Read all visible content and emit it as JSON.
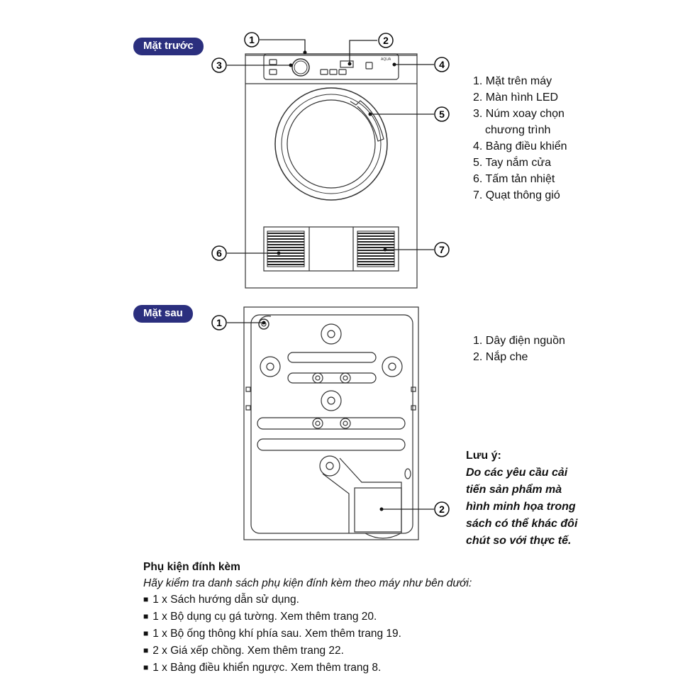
{
  "front": {
    "badge": "Mặt trước",
    "brand": "AQUA",
    "legend": [
      "1. Mặt trên máy",
      "2. Màn hình LED",
      "3. Núm xoay chọn",
      "chương trình",
      "4. Bảng điều khiển",
      "5. Tay nắm cửa",
      "6. Tấm tản nhiệt",
      "7. Quạt thông gió"
    ],
    "callouts": [
      "1",
      "2",
      "3",
      "4",
      "5",
      "6",
      "7"
    ]
  },
  "back": {
    "badge": "Mặt sau",
    "legend": [
      "1. Dây điện nguồn",
      "2. Nắp che"
    ],
    "callouts": [
      "1",
      "2"
    ]
  },
  "note": {
    "title": "Lưu ý:",
    "lines": [
      "Do các yêu cầu cải",
      "tiến sản phẩm mà",
      "hình minh họa trong",
      "sách có thể khác đôi",
      "chút so với thực tế."
    ]
  },
  "accessories": {
    "title": "Phụ kiện đính kèm",
    "subtitle": "Hãy kiểm tra danh sách phụ kiện đính kèm theo máy như bên dưới:",
    "items": [
      "1 x Sách hướng dẫn sử dụng.",
      "1 x Bộ dụng cụ gá tường. Xem thêm trang 20.",
      "1 x Bộ ống thông khí phía sau. Xem thêm trang 19.",
      "2 x Giá xếp chồng. Xem thêm trang 22.",
      "1 x Bảng điều khiển ngược. Xem thêm trang 8."
    ]
  },
  "colors": {
    "badge": "#2b2f7e",
    "line": "#333333"
  }
}
